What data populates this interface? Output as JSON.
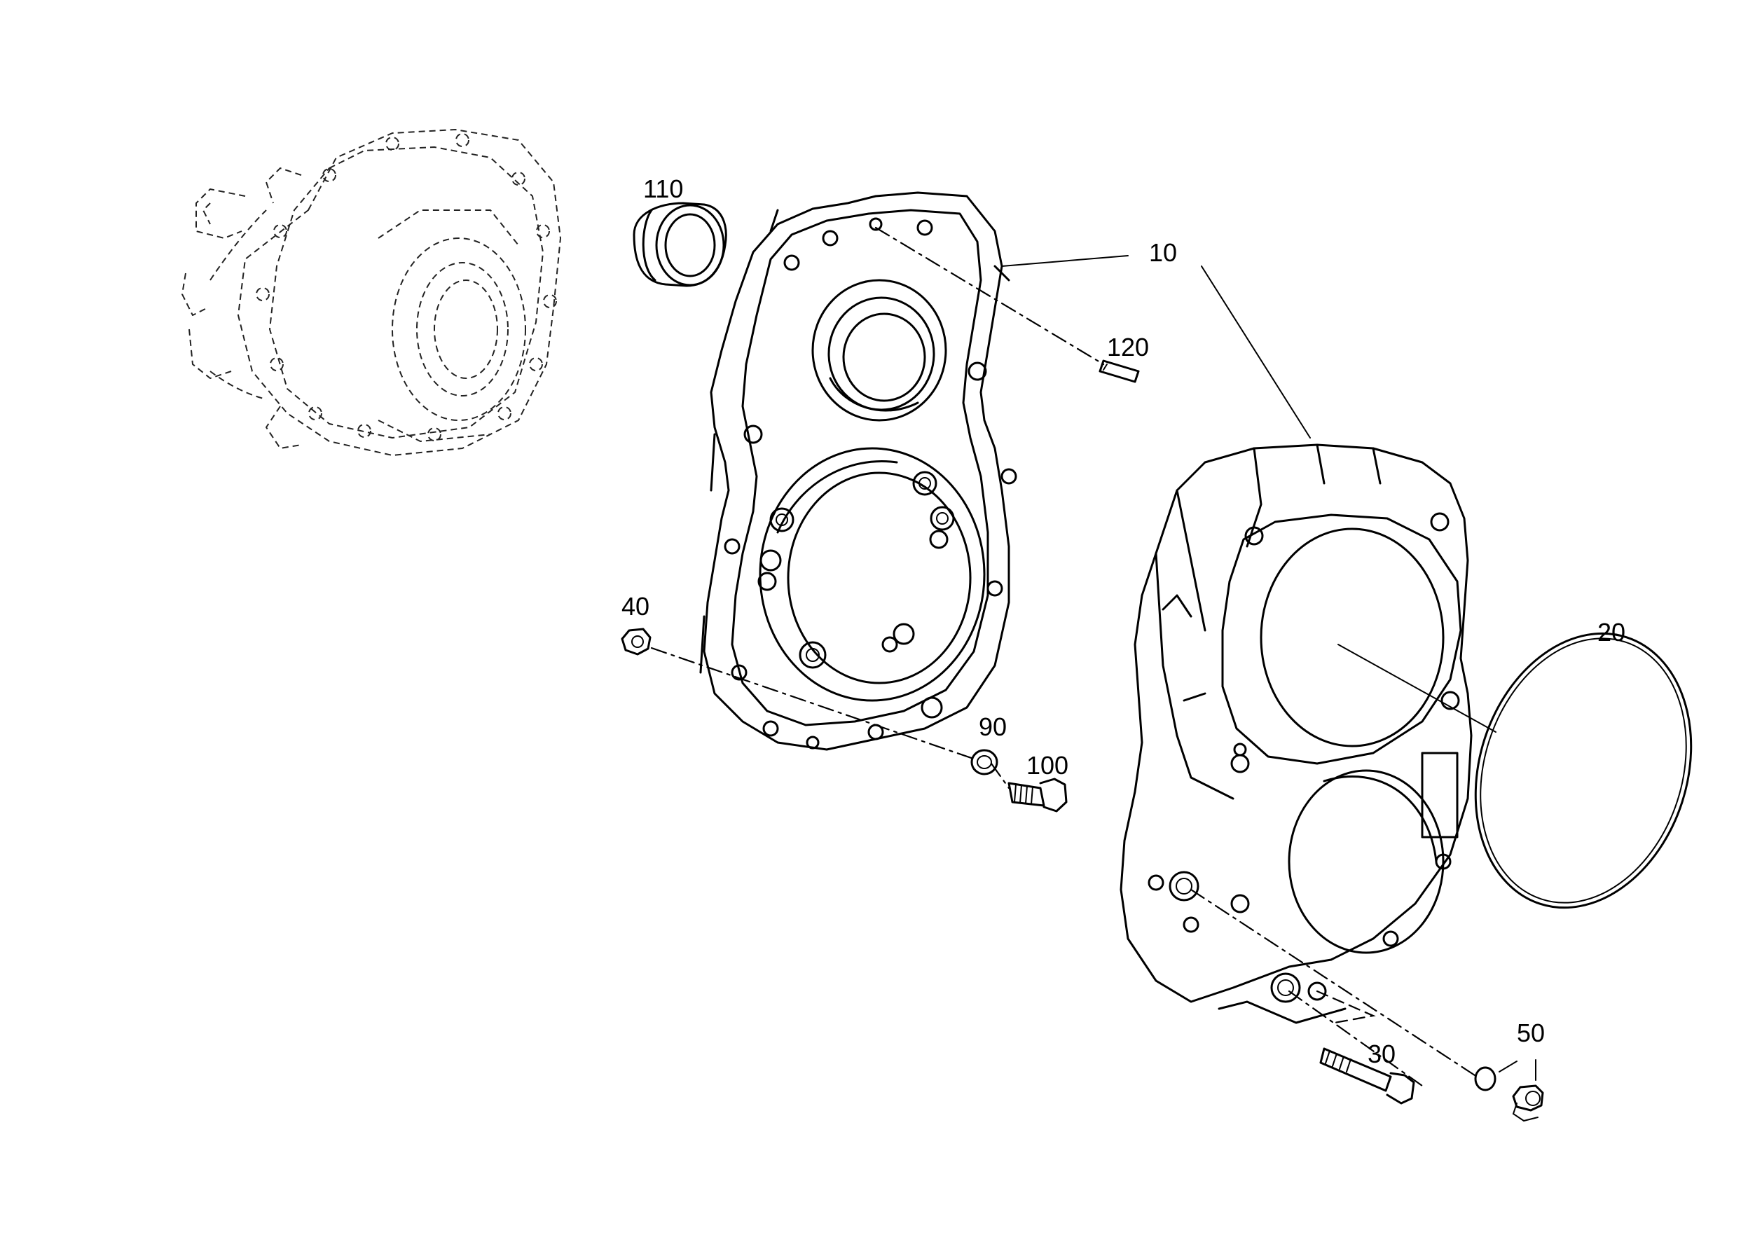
{
  "callouts": {
    "c110": "110",
    "c10": "10",
    "c120": "120",
    "c40": "40",
    "c90": "90",
    "c100": "100",
    "c20": "20",
    "c30": "30",
    "c50": "50"
  },
  "colors": {
    "line": "#000000",
    "background": "#ffffff"
  }
}
